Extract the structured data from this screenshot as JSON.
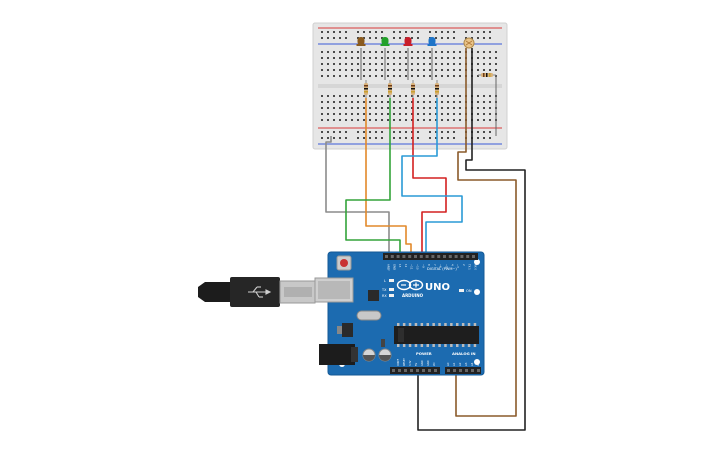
{
  "board": {
    "logo_text": "UNO",
    "brand_text": "ARDUINO",
    "digital_label": "DIGITAL (PWM~)",
    "power_label": "POWER",
    "analog_label": "ANALOG IN",
    "aref_label": "AREF",
    "gnd_label": "GND",
    "l_label": "L",
    "tx_label": "TX",
    "rx_label": "RX",
    "on_label": "ON",
    "digital_pins": [
      "13",
      "12",
      "~11",
      "~10",
      "~9",
      "8",
      "7",
      "~6",
      "~5",
      "4",
      "~3",
      "2",
      "TX 1",
      "RX 0"
    ],
    "power_pins": [
      "IOREF",
      "RESET",
      "3.3V",
      "5V",
      "GND",
      "GND",
      "Vin"
    ],
    "analog_pins": [
      "A0",
      "A1",
      "A2",
      "A3",
      "A4",
      "A5"
    ]
  },
  "components": {
    "leds": [
      {
        "name": "led-brown",
        "color": "#8a5a1e"
      },
      {
        "name": "led-green",
        "color": "#23a12a"
      },
      {
        "name": "led-red",
        "color": "#c81e2a"
      },
      {
        "name": "led-blue",
        "color": "#1e74c8"
      }
    ],
    "photoresistor_color": "#e9c48a",
    "wire_colors": {
      "gray": "#8c8c8c",
      "orange": "#e2892a",
      "green": "#33a33a",
      "red": "#d42020",
      "blue": "#2a9ad6",
      "black": "#222222",
      "brown": "#8a5a2a",
      "breadboard_red": "#d83a3a"
    }
  }
}
